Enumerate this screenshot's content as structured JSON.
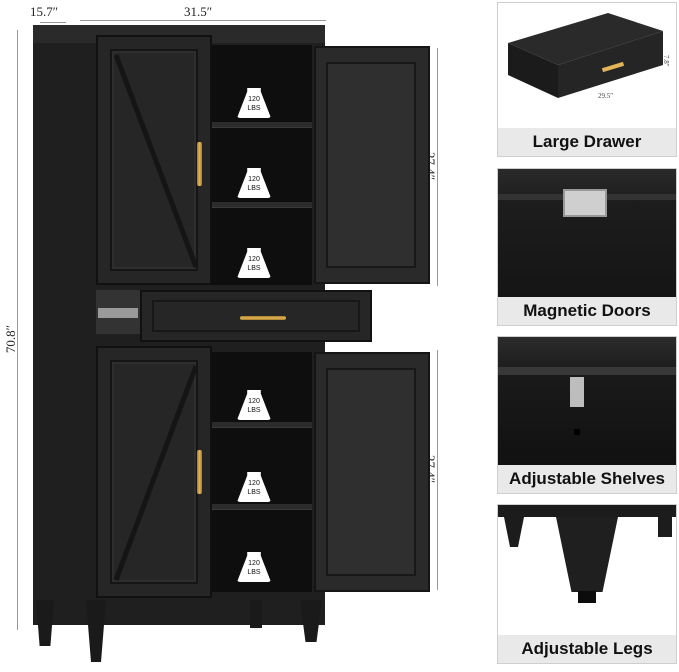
{
  "dimensions": {
    "depth": "15.7″",
    "width": "31.5″",
    "height": "70.8″",
    "upper_section": "27.4″",
    "lower_section": "27.4″",
    "drawer_width": "29.5″",
    "drawer_height": "7.8″"
  },
  "shelf_capacity": {
    "value": "120",
    "unit": "LBS"
  },
  "features": [
    {
      "label": "Large Drawer"
    },
    {
      "label": "Magnetic Doors"
    },
    {
      "label": "Adjustable Shelves"
    },
    {
      "label": "Adjustable Legs"
    }
  ],
  "colors": {
    "cabinet": "#1f1f1f",
    "handle": "#e2b656",
    "label_bg": "#e9e9e9"
  }
}
